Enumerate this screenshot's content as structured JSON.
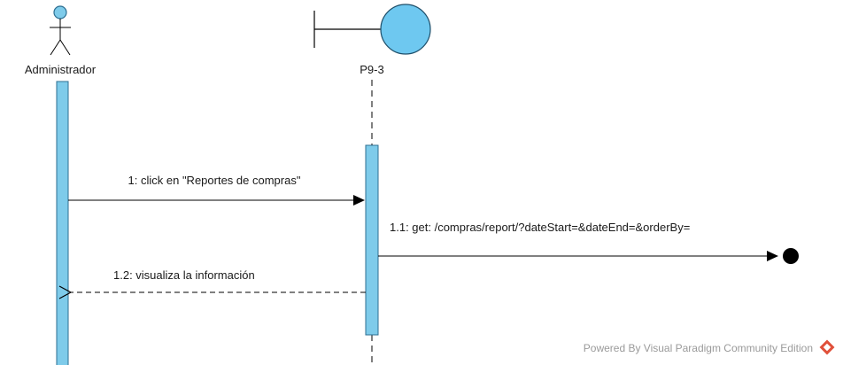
{
  "diagram": {
    "participants": [
      {
        "id": "actor",
        "label": "Administrador",
        "kind": "actor"
      },
      {
        "id": "boundary",
        "label": "P9-3",
        "kind": "boundary"
      }
    ],
    "messages": [
      {
        "id": "m1",
        "label": "1: click en \"Reportes de compras\"",
        "from": "actor",
        "to": "boundary",
        "style": "sync"
      },
      {
        "id": "m11",
        "label": "1.1: get: /compras/report/?dateStart=&dateEnd=&orderBy=",
        "from": "boundary",
        "to": "found-endpoint",
        "style": "lost"
      },
      {
        "id": "m12",
        "label": "1.2: visualiza la información",
        "from": "boundary",
        "to": "actor",
        "style": "return"
      }
    ],
    "colors": {
      "activation_fill": "#7ecbea",
      "activation_stroke": "#2d6f92",
      "boundary_fill": "#6ec8f0",
      "line": "#000000"
    },
    "icons": [
      "actor-icon",
      "boundary-icon"
    ]
  },
  "watermark": {
    "text": "Powered By Visual Paradigm Community Edition",
    "icon": "visual-paradigm-logo-icon"
  }
}
